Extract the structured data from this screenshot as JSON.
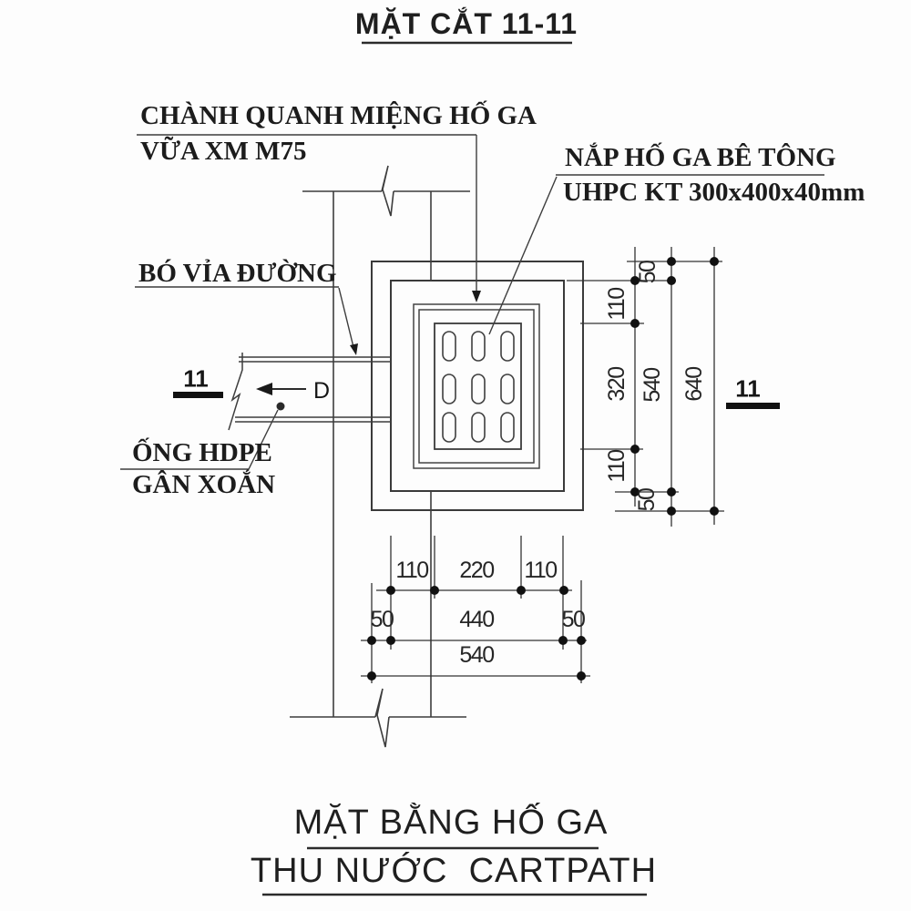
{
  "drawing": {
    "section_title": "MẶT CẮT 11-11",
    "plan_title_line1": "MẶT BẰNG HỐ GA",
    "plan_title_line2": "THU NƯỚC  CARTPATH"
  },
  "labels": {
    "collar_line1": "CHÀNH QUANH MIỆNG HỐ GA",
    "collar_line2": "VỮA XM M75",
    "cover_line1": "NẮP HỐ GA BÊ TÔNG",
    "cover_line2": "UHPC KT 300x400x40mm",
    "curb": "BÓ VỈA ĐƯỜNG",
    "pipe_line1": "ỐNG HDPE",
    "pipe_line2": "GÂN XOẮN",
    "flow_direction": "D"
  },
  "section_markers": {
    "left": "11",
    "right": "11"
  },
  "dims_right": {
    "d50_top": "50",
    "d110_top": "110",
    "d320": "320",
    "d110_bot": "110",
    "d50_bot": "50",
    "d540": "540",
    "d640": "640"
  },
  "dims_bottom": {
    "d110_left": "110",
    "d220": "220",
    "d110_right": "110",
    "d50_left": "50",
    "d440": "440",
    "d50_right": "50",
    "d540": "540"
  }
}
